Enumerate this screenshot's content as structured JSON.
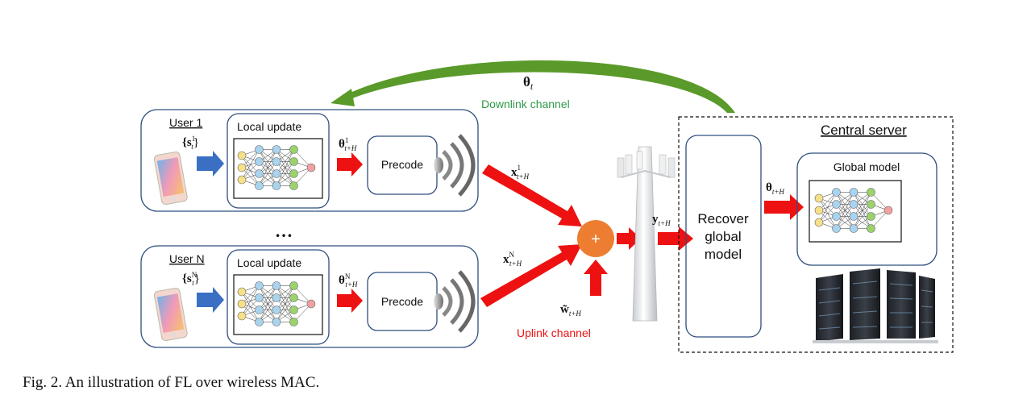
{
  "figure": {
    "downlink": {
      "symbol": "θ",
      "subscript": "t",
      "label": "Downlink channel"
    },
    "uplink": {
      "label": "Uplink channel"
    },
    "users": [
      {
        "title": "User 1",
        "data_symbol": "{s",
        "data_sup": "1",
        "data_sub": "t",
        "data_close": "}",
        "local_update_label": "Local update",
        "model_symbol": "θ",
        "model_sup": "1",
        "model_sub": "t+H",
        "precode_label": "Precode",
        "signal_symbol": "x",
        "signal_sup": "1",
        "signal_sub": "t+H"
      },
      {
        "title": "User N",
        "data_symbol": "{s",
        "data_sup": "N",
        "data_sub": "t",
        "data_close": "}",
        "local_update_label": "Local update",
        "model_symbol": "θ",
        "model_sup": "N",
        "model_sub": "t+H",
        "precode_label": "Precode",
        "signal_symbol": "x",
        "signal_sup": "N",
        "signal_sub": "t+H"
      }
    ],
    "ellipsis": "…",
    "adder_symbol": "+",
    "noise": {
      "symbol": "w̃",
      "sub": "t+H"
    },
    "received": {
      "symbol": "y",
      "sub": "t+H"
    },
    "server": {
      "title": "Central server",
      "recover_lines": [
        "Recover",
        "global",
        "model"
      ],
      "global_model_label": "Global model",
      "model_symbol": "θ",
      "model_sub": "t+H"
    },
    "colors": {
      "box_border": "#2f4f7f",
      "green_arrow": "#5a9a2a",
      "green_text": "#2e9a48",
      "red_arrow": "#ee1111",
      "red_text": "#ee1111",
      "blue_arrow": "#3a6fc4",
      "adder": "#ed7d31",
      "node_yellow": "#f7e08a",
      "node_blue": "#a9d4f0",
      "node_green": "#9ad36b",
      "node_red": "#f2a0a0"
    }
  },
  "caption": "Fig. 2.  An illustration of FL over wireless MAC."
}
